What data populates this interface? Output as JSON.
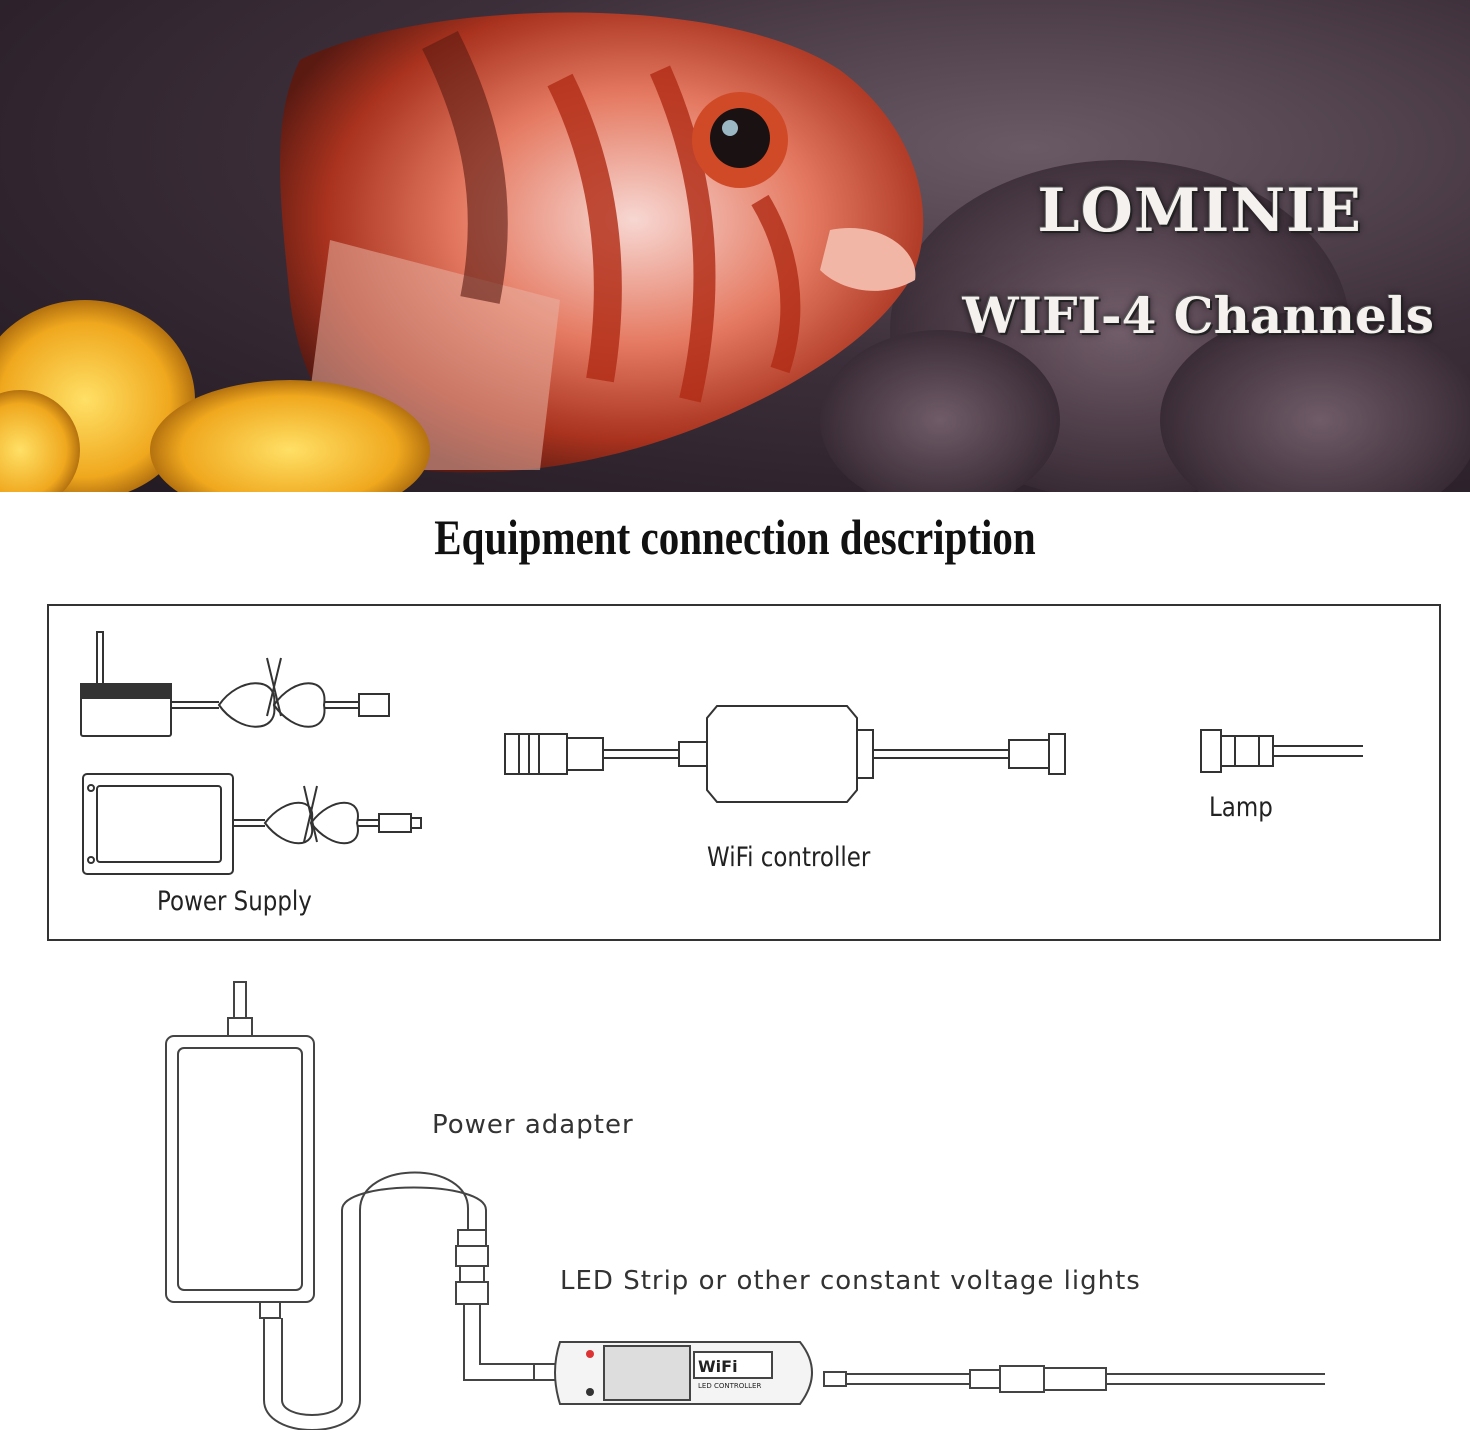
{
  "hero": {
    "brand": "LOMINIE",
    "subtitle": "WIFI-4 Channels"
  },
  "section": {
    "title": "Equipment connection description"
  },
  "components": {
    "power_supply": "Power Supply",
    "wifi_controller": "WiFi controller",
    "lamp": "Lamp"
  },
  "diagram": {
    "power_adapter": "Power adapter",
    "led_strip": "LED Strip or other constant voltage lights",
    "controller_badge": "WiFi",
    "controller_caption": "LED CONTROLLER"
  }
}
